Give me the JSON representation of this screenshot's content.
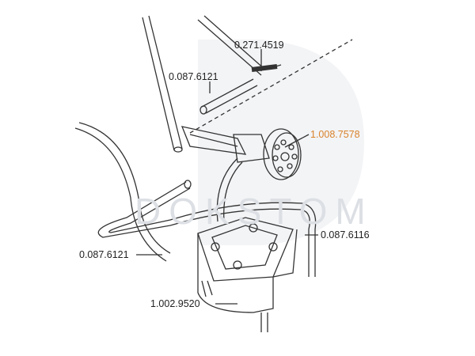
{
  "watermark": "DOKSTOM",
  "colors": {
    "line": "#333333",
    "highlight": "#d9822b",
    "watermark": "#eef0f3"
  },
  "labels": [
    {
      "id": "part-0-271-4519",
      "text": "0.271.4519",
      "highlighted": false
    },
    {
      "id": "part-0-087-6121-top",
      "text": "0.087.6121",
      "highlighted": false
    },
    {
      "id": "part-1-008-7578",
      "text": "1.008.7578",
      "highlighted": true
    },
    {
      "id": "part-0-087-6116",
      "text": "0.087.6116",
      "highlighted": false
    },
    {
      "id": "part-0-087-6121-left",
      "text": "0.087.6121",
      "highlighted": false
    },
    {
      "id": "part-1-002-9520",
      "text": "1.002.9520",
      "highlighted": false
    }
  ]
}
